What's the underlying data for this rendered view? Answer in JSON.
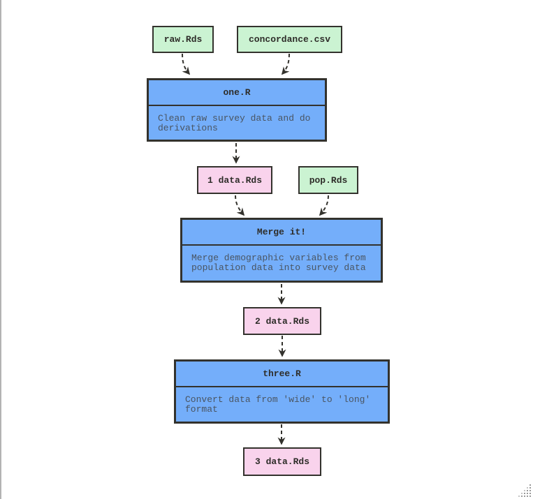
{
  "colors": {
    "source_fill": "#cbf3d2",
    "artifact_fill": "#f9d3ec",
    "script_fill": "#74aefa",
    "stroke": "#33322d",
    "title_text": "#2e2d29",
    "desc_text": "#4a5562",
    "edge_line": "#b3b3b3",
    "page_bg": "#ffffff"
  },
  "nodes": {
    "raw": {
      "label": "raw.Rds",
      "type": "source"
    },
    "concordance": {
      "label": "concordance.csv",
      "type": "source"
    },
    "one": {
      "title": "one.R",
      "description": "Clean raw survey data and do derivations",
      "type": "script"
    },
    "data1": {
      "label": "1 data.Rds",
      "type": "artifact"
    },
    "pop": {
      "label": "pop.Rds",
      "type": "source"
    },
    "merge": {
      "title": "Merge it!",
      "description": "Merge demographic variables from population data into survey data",
      "type": "script"
    },
    "data2": {
      "label": "2 data.Rds",
      "type": "artifact"
    },
    "three": {
      "title": "three.R",
      "description": "Convert data from 'wide' to 'long' format",
      "type": "script"
    },
    "data3": {
      "label": "3 data.Rds",
      "type": "artifact"
    }
  }
}
